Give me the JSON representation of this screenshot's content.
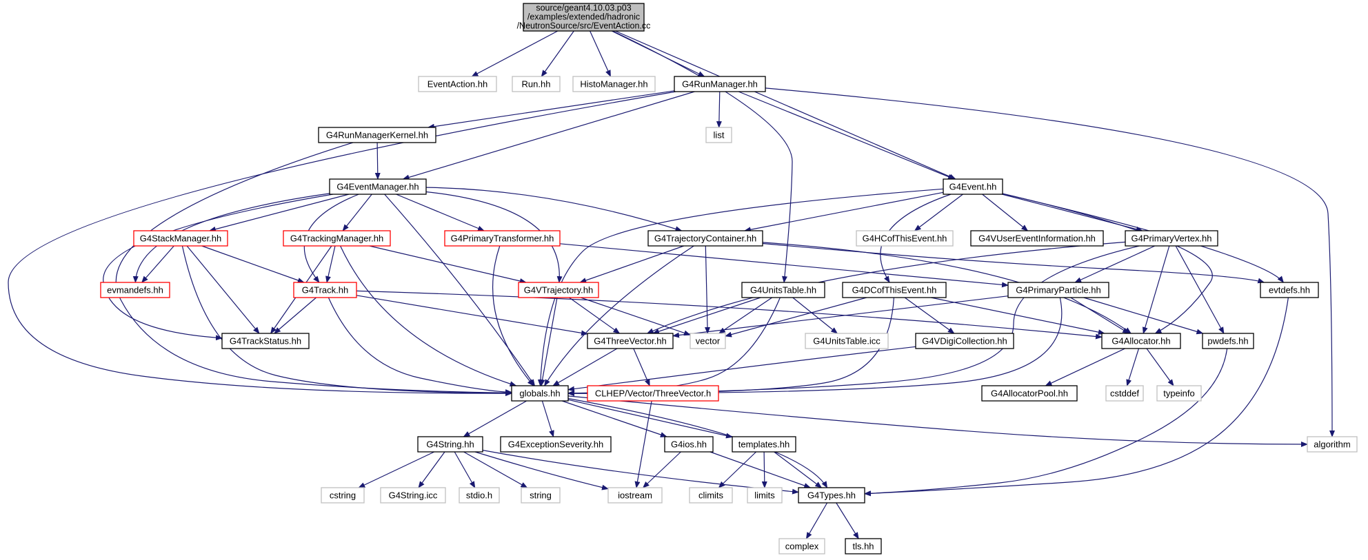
{
  "colors": {
    "edge": "#191970",
    "normal": "#000000",
    "truncated": "#ff0000",
    "external": "#bfbfbf",
    "root_fill": "#bfbfbf"
  },
  "nodes": [
    {
      "id": "root",
      "lines": [
        "source/geant4.10.03.p03",
        "/examples/extended/hadronic",
        "/NeutronSource/src/EventAction.cc"
      ],
      "kind": "root"
    },
    {
      "id": "eventaction_hh",
      "label": "EventAction.hh",
      "kind": "external"
    },
    {
      "id": "run_hh",
      "label": "Run.hh",
      "kind": "external"
    },
    {
      "id": "histomanager_hh",
      "label": "HistoManager.hh",
      "kind": "external"
    },
    {
      "id": "g4runmanager_hh",
      "label": "G4RunManager.hh",
      "kind": "normal"
    },
    {
      "id": "g4runmanagerkernel_hh",
      "label": "G4RunManagerKernel.hh",
      "kind": "normal"
    },
    {
      "id": "list",
      "label": "list",
      "kind": "external"
    },
    {
      "id": "g4eventmanager_hh",
      "label": "G4EventManager.hh",
      "kind": "normal"
    },
    {
      "id": "g4event_hh",
      "label": "G4Event.hh",
      "kind": "normal"
    },
    {
      "id": "g4stackmanager_hh",
      "label": "G4StackManager.hh",
      "kind": "truncated"
    },
    {
      "id": "g4trackingmanager_hh",
      "label": "G4TrackingManager.hh",
      "kind": "truncated"
    },
    {
      "id": "g4primarytransformer_hh",
      "label": "G4PrimaryTransformer.hh",
      "kind": "truncated"
    },
    {
      "id": "g4trajectorycontainer_hh",
      "label": "G4TrajectoryContainer.hh",
      "kind": "normal"
    },
    {
      "id": "g4hcofthisevent_hh",
      "label": "G4HCofThisEvent.hh",
      "kind": "external"
    },
    {
      "id": "g4vusereventinformation_hh",
      "label": "G4VUserEventInformation.hh",
      "kind": "normal"
    },
    {
      "id": "g4primaryvertex_hh",
      "label": "G4PrimaryVertex.hh",
      "kind": "normal"
    },
    {
      "id": "evmandefs_hh",
      "label": "evmandefs.hh",
      "kind": "truncated"
    },
    {
      "id": "g4track_hh",
      "label": "G4Track.hh",
      "kind": "truncated"
    },
    {
      "id": "g4vtrajectory_hh",
      "label": "G4VTrajectory.hh",
      "kind": "truncated"
    },
    {
      "id": "g4unitstable_hh",
      "label": "G4UnitsTable.hh",
      "kind": "normal"
    },
    {
      "id": "g4dcofthisevent_hh",
      "label": "G4DCofThisEvent.hh",
      "kind": "normal"
    },
    {
      "id": "g4primaryparticle_hh",
      "label": "G4PrimaryParticle.hh",
      "kind": "normal"
    },
    {
      "id": "evtdefs_hh",
      "label": "evtdefs.hh",
      "kind": "normal"
    },
    {
      "id": "g4trackstatus_hh",
      "label": "G4TrackStatus.hh",
      "kind": "normal"
    },
    {
      "id": "g4threevector_hh",
      "label": "G4ThreeVector.hh",
      "kind": "normal"
    },
    {
      "id": "vector",
      "label": "vector",
      "kind": "external"
    },
    {
      "id": "g4unitstable_icc",
      "label": "G4UnitsTable.icc",
      "kind": "external"
    },
    {
      "id": "g4vdigicollection_hh",
      "label": "G4VDigiCollection.hh",
      "kind": "normal"
    },
    {
      "id": "g4allocator_hh",
      "label": "G4Allocator.hh",
      "kind": "normal"
    },
    {
      "id": "pwdefs_hh",
      "label": "pwdefs.hh",
      "kind": "normal"
    },
    {
      "id": "globals_hh",
      "label": "globals.hh",
      "kind": "normal"
    },
    {
      "id": "clhep_threevector_h",
      "label": "CLHEP/Vector/ThreeVector.h",
      "kind": "truncated"
    },
    {
      "id": "g4allocatorpool_hh",
      "label": "G4AllocatorPool.hh",
      "kind": "normal"
    },
    {
      "id": "cstddef",
      "label": "cstddef",
      "kind": "external"
    },
    {
      "id": "typeinfo",
      "label": "typeinfo",
      "kind": "external"
    },
    {
      "id": "g4string_hh",
      "label": "G4String.hh",
      "kind": "normal"
    },
    {
      "id": "g4exceptionseverity_hh",
      "label": "G4ExceptionSeverity.hh",
      "kind": "normal"
    },
    {
      "id": "g4ios_hh",
      "label": "G4ios.hh",
      "kind": "normal"
    },
    {
      "id": "templates_hh",
      "label": "templates.hh",
      "kind": "normal"
    },
    {
      "id": "algorithm",
      "label": "algorithm",
      "kind": "external"
    },
    {
      "id": "cstring",
      "label": "cstring",
      "kind": "external"
    },
    {
      "id": "g4string_icc",
      "label": "G4String.icc",
      "kind": "external"
    },
    {
      "id": "stdio_h",
      "label": "stdio.h",
      "kind": "external"
    },
    {
      "id": "string",
      "label": "string",
      "kind": "external"
    },
    {
      "id": "iostream",
      "label": "iostream",
      "kind": "external"
    },
    {
      "id": "climits",
      "label": "climits",
      "kind": "external"
    },
    {
      "id": "limits",
      "label": "limits",
      "kind": "external"
    },
    {
      "id": "g4types_hh",
      "label": "G4Types.hh",
      "kind": "normal"
    },
    {
      "id": "complex",
      "label": "complex",
      "kind": "external"
    },
    {
      "id": "tls_hh",
      "label": "tls.hh",
      "kind": "normal"
    }
  ],
  "edges": [
    [
      "root",
      "eventaction_hh"
    ],
    [
      "root",
      "run_hh"
    ],
    [
      "root",
      "histomanager_hh"
    ],
    [
      "root",
      "g4runmanager_hh"
    ],
    [
      "root",
      "g4event_hh"
    ],
    [
      "root",
      "g4unitstable_hh"
    ],
    [
      "g4runmanager_hh",
      "g4runmanagerkernel_hh"
    ],
    [
      "g4runmanager_hh",
      "list"
    ],
    [
      "g4runmanager_hh",
      "g4eventmanager_hh"
    ],
    [
      "g4runmanager_hh",
      "g4event_hh"
    ],
    [
      "g4runmanager_hh",
      "globals_hh"
    ],
    [
      "g4runmanager_hh",
      "algorithm"
    ],
    [
      "g4runmanagerkernel_hh",
      "g4eventmanager_hh"
    ],
    [
      "g4runmanagerkernel_hh",
      "globals_hh"
    ],
    [
      "g4eventmanager_hh",
      "g4stackmanager_hh"
    ],
    [
      "g4eventmanager_hh",
      "g4trackingmanager_hh"
    ],
    [
      "g4eventmanager_hh",
      "g4primarytransformer_hh"
    ],
    [
      "g4eventmanager_hh",
      "g4trajectorycontainer_hh"
    ],
    [
      "g4eventmanager_hh",
      "evmandefs_hh"
    ],
    [
      "g4eventmanager_hh",
      "g4track_hh"
    ],
    [
      "g4eventmanager_hh",
      "g4vtrajectory_hh"
    ],
    [
      "g4eventmanager_hh",
      "g4trackstatus_hh"
    ],
    [
      "g4eventmanager_hh",
      "globals_hh"
    ],
    [
      "g4event_hh",
      "g4trajectorycontainer_hh"
    ],
    [
      "g4event_hh",
      "g4hcofthisevent_hh"
    ],
    [
      "g4event_hh",
      "g4vusereventinformation_hh"
    ],
    [
      "g4event_hh",
      "g4primaryvertex_hh"
    ],
    [
      "g4event_hh",
      "g4dcofthisevent_hh"
    ],
    [
      "g4event_hh",
      "evtdefs_hh"
    ],
    [
      "g4event_hh",
      "g4allocator_hh"
    ],
    [
      "g4event_hh",
      "globals_hh"
    ],
    [
      "g4stackmanager_hh",
      "evmandefs_hh"
    ],
    [
      "g4stackmanager_hh",
      "g4track_hh"
    ],
    [
      "g4stackmanager_hh",
      "g4trackstatus_hh"
    ],
    [
      "g4stackmanager_hh",
      "globals_hh"
    ],
    [
      "g4trackingmanager_hh",
      "g4track_hh"
    ],
    [
      "g4trackingmanager_hh",
      "g4vtrajectory_hh"
    ],
    [
      "g4trackingmanager_hh",
      "g4trackstatus_hh"
    ],
    [
      "g4trackingmanager_hh",
      "globals_hh"
    ],
    [
      "g4primarytransformer_hh",
      "g4primaryparticle_hh"
    ],
    [
      "g4primarytransformer_hh",
      "globals_hh"
    ],
    [
      "g4trajectorycontainer_hh",
      "g4vtrajectory_hh"
    ],
    [
      "g4trajectorycontainer_hh",
      "vector"
    ],
    [
      "g4trajectorycontainer_hh",
      "globals_hh"
    ],
    [
      "g4trajectorycontainer_hh",
      "evtdefs_hh"
    ],
    [
      "g4trajectorycontainer_hh",
      "g4allocator_hh"
    ],
    [
      "g4primaryvertex_hh",
      "g4primaryparticle_hh"
    ],
    [
      "g4primaryvertex_hh",
      "g4allocator_hh"
    ],
    [
      "g4primaryvertex_hh",
      "pwdefs_hh"
    ],
    [
      "g4primaryvertex_hh",
      "globals_hh"
    ],
    [
      "g4primaryvertex_hh",
      "g4threevector_hh"
    ],
    [
      "g4track_hh",
      "g4trackstatus_hh"
    ],
    [
      "g4track_hh",
      "g4threevector_hh"
    ],
    [
      "g4track_hh",
      "globals_hh"
    ],
    [
      "g4track_hh",
      "g4allocator_hh"
    ],
    [
      "g4vtrajectory_hh",
      "g4threevector_hh"
    ],
    [
      "g4vtrajectory_hh",
      "globals_hh"
    ],
    [
      "g4vtrajectory_hh",
      "vector"
    ],
    [
      "g4unitstable_hh",
      "g4threevector_hh"
    ],
    [
      "g4unitstable_hh",
      "vector"
    ],
    [
      "g4unitstable_hh",
      "g4unitstable_icc"
    ],
    [
      "g4unitstable_hh",
      "globals_hh"
    ],
    [
      "g4dcofthisevent_hh",
      "g4vdigicollection_hh"
    ],
    [
      "g4dcofthisevent_hh",
      "g4allocator_hh"
    ],
    [
      "g4dcofthisevent_hh",
      "globals_hh"
    ],
    [
      "g4dcofthisevent_hh",
      "vector"
    ],
    [
      "g4primaryparticle_hh",
      "g4allocator_hh"
    ],
    [
      "g4primaryparticle_hh",
      "pwdefs_hh"
    ],
    [
      "g4primaryparticle_hh",
      "globals_hh"
    ],
    [
      "g4primaryparticle_hh",
      "g4threevector_hh"
    ],
    [
      "evtdefs_hh",
      "g4types_hh"
    ],
    [
      "g4threevector_hh",
      "globals_hh"
    ],
    [
      "g4threevector_hh",
      "clhep_threevector_h"
    ],
    [
      "g4vdigicollection_hh",
      "globals_hh"
    ],
    [
      "g4allocator_hh",
      "g4allocatorpool_hh"
    ],
    [
      "g4allocator_hh",
      "cstddef"
    ],
    [
      "g4allocator_hh",
      "typeinfo"
    ],
    [
      "pwdefs_hh",
      "g4types_hh"
    ],
    [
      "globals_hh",
      "g4string_hh"
    ],
    [
      "globals_hh",
      "g4exceptionseverity_hh"
    ],
    [
      "globals_hh",
      "g4ios_hh"
    ],
    [
      "globals_hh",
      "templates_hh"
    ],
    [
      "globals_hh",
      "algorithm"
    ],
    [
      "globals_hh",
      "g4types_hh"
    ],
    [
      "clhep_threevector_h",
      "iostream"
    ],
    [
      "g4string_hh",
      "cstring"
    ],
    [
      "g4string_hh",
      "g4string_icc"
    ],
    [
      "g4string_hh",
      "stdio_h"
    ],
    [
      "g4string_hh",
      "string"
    ],
    [
      "g4string_hh",
      "iostream"
    ],
    [
      "g4string_hh",
      "g4types_hh"
    ],
    [
      "g4ios_hh",
      "iostream"
    ],
    [
      "g4ios_hh",
      "g4types_hh"
    ],
    [
      "templates_hh",
      "climits"
    ],
    [
      "templates_hh",
      "limits"
    ],
    [
      "templates_hh",
      "g4types_hh"
    ],
    [
      "g4types_hh",
      "complex"
    ],
    [
      "g4types_hh",
      "tls_hh"
    ]
  ]
}
